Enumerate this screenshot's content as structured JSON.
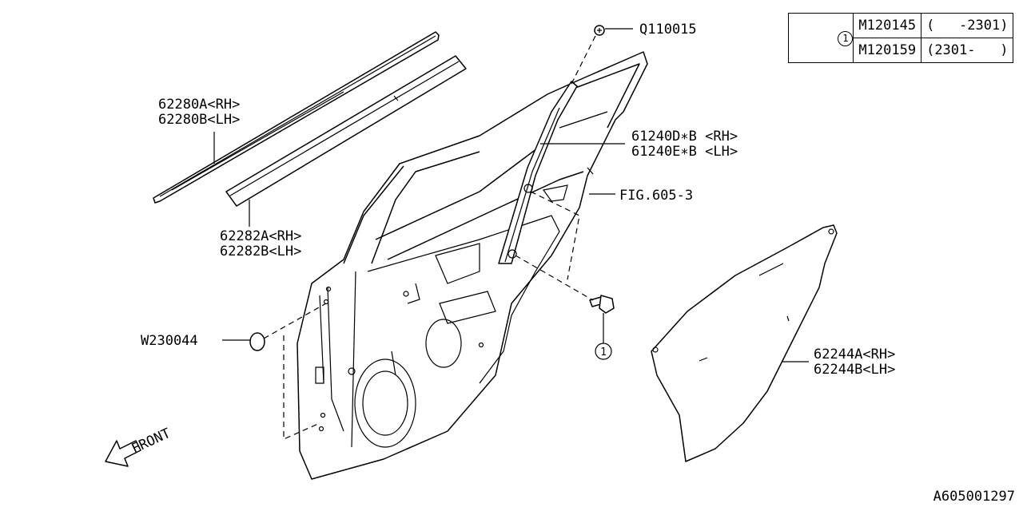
{
  "parts": {
    "molding_upper": {
      "rh": "62280A<RH>",
      "lh": "62280B<LH>"
    },
    "molding_lower": {
      "rh": "62282A<RH>",
      "lh": "62282B<LH>"
    },
    "clip": "Q110015",
    "sash": {
      "rh": "61240D∗B  <RH>",
      "lh": "61240E∗B  <LH>"
    },
    "fig_ref": "FIG.605-3",
    "plug": "W230044",
    "glass": {
      "rh": "62244A<RH>",
      "lh": "62244B<LH>"
    },
    "bolt_callout": "1"
  },
  "legend": {
    "callout": "1",
    "rows": [
      {
        "part": "M120145",
        "range": "(   -2301)"
      },
      {
        "part": "M120159",
        "range": "(2301-   )"
      }
    ]
  },
  "front_label": "FRONT",
  "doc_id": "A605001297"
}
